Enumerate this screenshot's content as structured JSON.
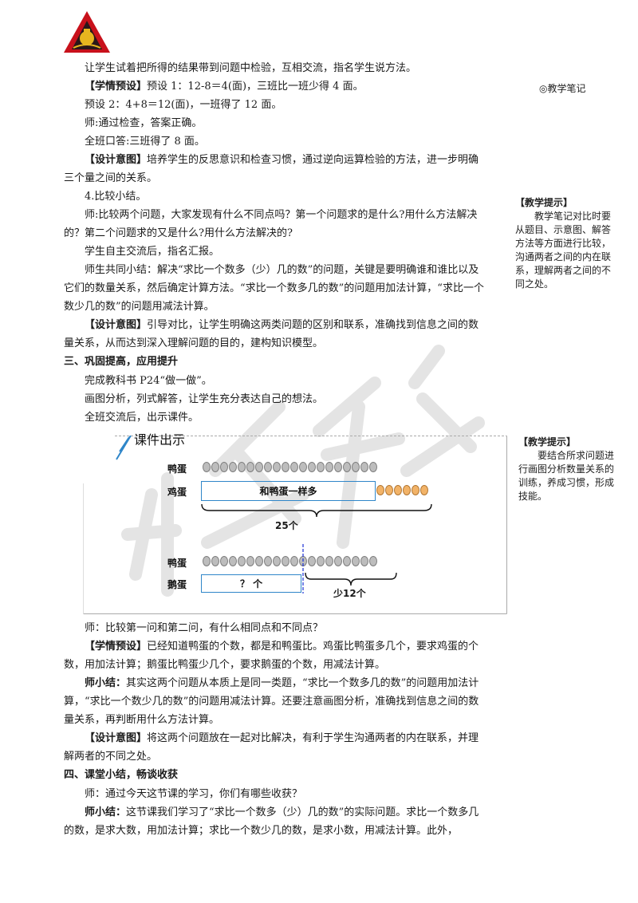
{
  "main": {
    "p1": "让学生试着把所得的结果带到问题中检验，互相交流，指名学生说方法。",
    "p2_tag": "【学情预设】",
    "p2": "预设 1：12-8＝4(面)，三班比一班少得 4 面。",
    "p3": "预设 2：4+8＝12(面)，一班得了 12 面。",
    "p4": "师:通过检查，答案正确。",
    "p5": "全班口答:三班得了 8 面。",
    "p6_tag": "【设计意图】",
    "p6": "培养学生的反思意识和检查习惯，通过逆向运算检验的方法，进一步明确三个量之间的关系。",
    "p7": "4.比较小结。",
    "p8": "师:比较两个问题，大家发现有什么不同点吗？第一个问题求的是什么?用什么方法解决的？第二个问题求的又是什么?用什么方法解决的?",
    "p9": "学生自主交流后，指名汇报。",
    "p10": "师生共同小结：解决“求比一个数多（少）几的数”的问题，关键是要明确谁和谁比以及它们的数量关系，然后确定计算方法。“求比一个数多几的数”的问题用加法计算，“求比一个数少几的数”的问题用减法计算。",
    "p11_tag": "【设计意图】",
    "p11": "引导对比，让学生明确这两类问题的区别和联系，准确找到信息之间的数量关系，从而达到深入理解问题的目的，建构知识模型。",
    "h3": "三、巩固提高，应用提升",
    "p12": "完成教科书 P24“做一做”。",
    "p13": "画图分析，列式解答，让学生充分表达自己的想法。",
    "p14": "全班交流后，出示课件。",
    "p15": "师：比较第一问和第二问，有什么相同点和不同点？",
    "p16_tag": "【学情预设】",
    "p16": "已经知道鸭蛋的个数，都是和鸭蛋比。鸡蛋比鸭蛋多几个，要求鸡蛋的个数，用加法计算；鹅蛋比鸭蛋少几个，要求鹅蛋的个数，用减法计算。",
    "p17_tag": "师小结：",
    "p17": "其实这两个问题从本质上是同一类题，“求比一个数多几的数”的问题用加法计算，“求比一个数少几的数”的问题用减法计算。还要注意画图分析，准确找到信息之间的数量关系，再判断用什么方法计算。",
    "p18_tag": "【设计意图】",
    "p18": "将这两个问题放在一起对比解决，有利于学生沟通两者的内在联系，并理解两者的不同之处。",
    "h4": "四、课堂小结，畅谈收获",
    "p19": "师：通过今天这节课的学习，你们有哪些收获？",
    "p20_tag": "师小结：",
    "p20": "这节课我们学习了“求比一个数多（少）几的数”的实际问题。求比一个数多几的数，是求大数，用加法计算；求比一个数少几的数，是求小数，用减法计算。此外，"
  },
  "side": {
    "notes_title": "◎教学笔记",
    "tip1_title": "【教学提示】",
    "tip1_body": "教学笔记对比时要从题目、示意图、解答方法等方面进行比较，沟通两者之间的内在联系，理解两者之间的不同之处。",
    "tip2_title": "【教学提示】",
    "tip2_body": "要结合所求问题进行画图分析数量关系的训练，养成习惯，形成技能。"
  },
  "courseware": {
    "title": "课件出示",
    "row1_label": "鸭蛋",
    "row2_label": "鸡蛋",
    "box1_text": "和鸭蛋一样多",
    "brace1_text": "25个",
    "row3_label": "鸭蛋",
    "row4_label": "鹅蛋",
    "box2_text": "？ 个",
    "brace2_text": "少12个",
    "duck_count": 20,
    "chicken_extra_count": 6,
    "duck_count_2": 20
  },
  "watermark": "状元成才路",
  "colors": {
    "box_blue": "#2f86c9",
    "dash_blue": "#1a2fd6",
    "bead_gray": "#bdbdbd",
    "bead_orange": "#f2b368"
  }
}
